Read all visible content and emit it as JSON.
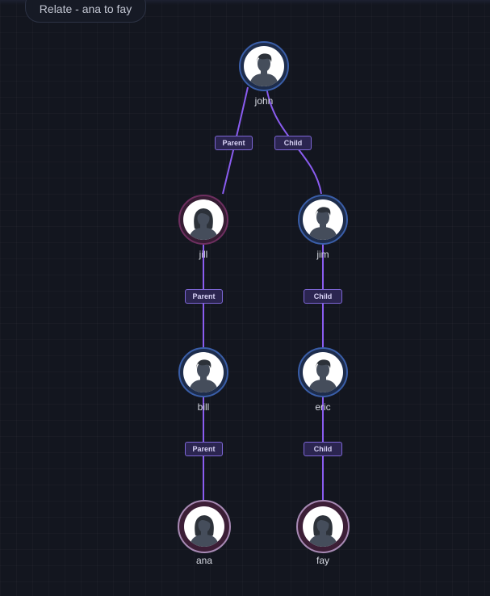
{
  "title": "Relate - ana to fay",
  "colors": {
    "edge": "#8a5cf0",
    "male_ring": "#3a5ea8",
    "female_ring": "#6e2f60",
    "label_bg": "#2b2550",
    "label_border": "#7d66d6"
  },
  "nodes": {
    "john": {
      "name": "john",
      "gender": "male",
      "icon": "male-avatar-icon"
    },
    "jill": {
      "name": "jill",
      "gender": "female",
      "icon": "female-avatar-icon"
    },
    "jim": {
      "name": "jim",
      "gender": "male",
      "icon": "male-avatar-icon"
    },
    "bill": {
      "name": "bill",
      "gender": "male",
      "icon": "male-avatar-icon"
    },
    "eric": {
      "name": "eric",
      "gender": "male",
      "icon": "male-avatar-icon"
    },
    "ana": {
      "name": "ana",
      "gender": "female",
      "icon": "female-avatar-icon"
    },
    "fay": {
      "name": "fay",
      "gender": "female",
      "icon": "female-avatar-icon"
    }
  },
  "edges": [
    {
      "from": "john",
      "to": "jill",
      "label": "Parent"
    },
    {
      "from": "john",
      "to": "jim",
      "label": "Child"
    },
    {
      "from": "jill",
      "to": "bill",
      "label": "Parent"
    },
    {
      "from": "jim",
      "to": "eric",
      "label": "Child"
    },
    {
      "from": "bill",
      "to": "ana",
      "label": "Parent"
    },
    {
      "from": "eric",
      "to": "fay",
      "label": "Child"
    }
  ]
}
